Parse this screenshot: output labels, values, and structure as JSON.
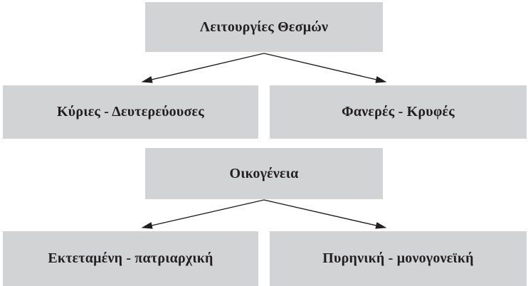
{
  "diagram": {
    "colors": {
      "box_fill": "#d1d3d4",
      "text": "#231f20",
      "arrow": "#231f20",
      "background": "#ffffff"
    },
    "nodes": [
      {
        "id": "institution-functions",
        "label": "Λειτουργίες Θεσμών"
      },
      {
        "id": "main-secondary",
        "label": "Κύριες - Δευτερεύουσες"
      },
      {
        "id": "manifest-hidden",
        "label": "Φανερές - Κρυφές"
      },
      {
        "id": "family",
        "label": "Οικογένεια"
      },
      {
        "id": "extended-patriarchal",
        "label": "Εκτεταμένη - πατριαρχική"
      },
      {
        "id": "nuclear-single-parent",
        "label": "Πυρηνική - μονογονεϊκή"
      }
    ],
    "edges": [
      {
        "from": "institution-functions",
        "to": "main-secondary"
      },
      {
        "from": "institution-functions",
        "to": "manifest-hidden"
      },
      {
        "from": "family",
        "to": "extended-patriarchal"
      },
      {
        "from": "family",
        "to": "nuclear-single-parent"
      }
    ]
  }
}
